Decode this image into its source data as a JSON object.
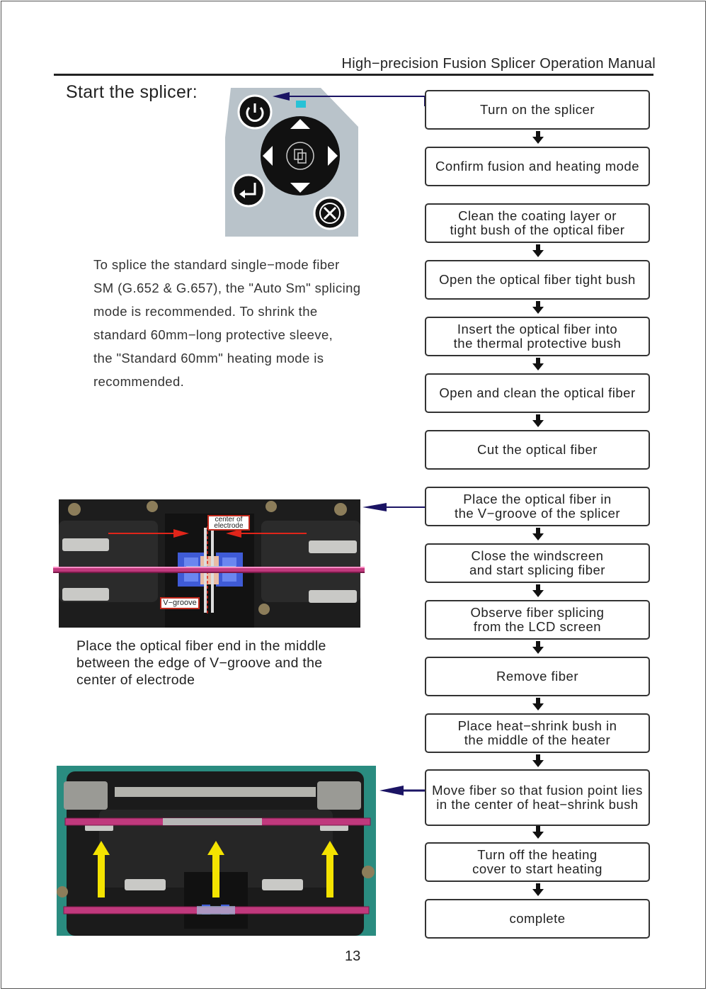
{
  "header": {
    "title": "High−precision Fusion Splicer  Operation Manual"
  },
  "section_title": "Start the splicer:",
  "intro_text": "To splice the standard single−mode fiber SM (G.652 & G.657), the \"Auto Sm\" splicing mode is recommended. To shrink the standard 60mm−long protective sleeve, the \"Standard 60mm\" heating mode is recommended.",
  "intro_lines": [
    " To splice the standard single−mode fiber",
    "SM (G.652 & G.657), the \"Auto Sm\" splicing",
    "mode is recommended. To shrink the",
    "standard 60mm−long protective sleeve,",
    "the \"Standard 60mm\" heating mode is",
    "recommended."
  ],
  "steps": [
    "Turn on the splicer",
    "Confirm fusion and heating mode",
    "Clean the coating layer or\ntight bush of the optical fiber",
    "Open the optical fiber tight bush",
    "Insert the optical fiber into\nthe thermal protective bush",
    "Open and clean the optical fiber",
    "Cut the optical fiber",
    "Place the optical fiber in\nthe V−groove of the splicer",
    "Close the windscreen\nand start splicing fiber",
    "Observe fiber splicing\nfrom the LCD screen",
    "Remove fiber",
    "Place heat−shrink bush in\nthe middle of the heater",
    "Move fiber so that fusion point lies\nin the center of heat−shrink bush",
    "Turn off the heating\ncover to start heating",
    "complete"
  ],
  "photo1": {
    "label_electrode": "center of\nelectrode",
    "label_vgroove": "V−groove"
  },
  "photo1_caption_lines": [
    "Place the optical fiber end in the middle",
    "between the edge of V−groove and the",
    "center of electrode"
  ],
  "icons": {
    "panel": [
      "power-icon",
      "arrow-up-icon",
      "arrow-down-icon",
      "arrow-left-icon",
      "arrow-right-icon",
      "mode-icon",
      "enter-icon",
      "cancel-icon"
    ]
  },
  "colors": {
    "panel": "#b9c3ca",
    "fiber": "#c0397d",
    "pointer": "#1b1464",
    "label_border": "#c0281b",
    "yellow_arrow": "#f4e300"
  },
  "page_number": "13"
}
